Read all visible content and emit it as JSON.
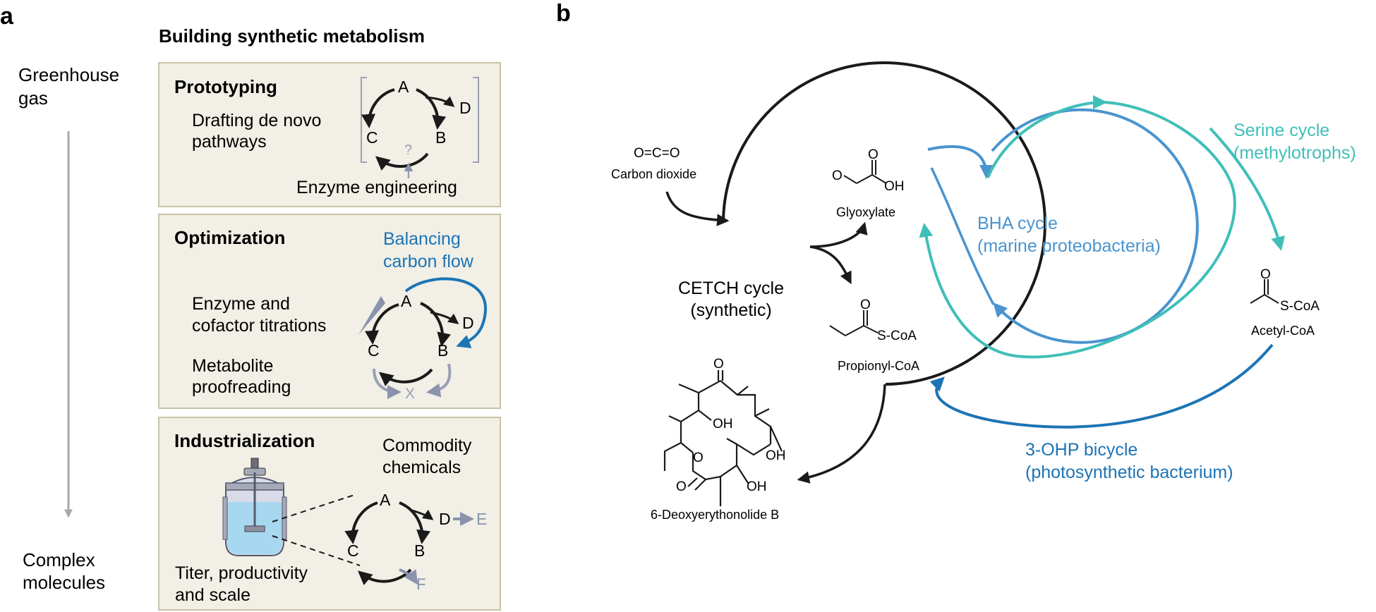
{
  "panel_a": {
    "letter": "a",
    "title": "Building synthetic metabolism",
    "axis_top": [
      "Greenhouse",
      "gas"
    ],
    "axis_bottom": [
      "Complex",
      "molecules"
    ],
    "prototyping": {
      "heading": "Prototyping",
      "desc": [
        "Drafting de novo",
        "pathways"
      ],
      "footer": "Enzyme engineering",
      "nodes": {
        "a": "A",
        "b": "B",
        "c": "C",
        "d": "D",
        "q": "?"
      }
    },
    "optimization": {
      "heading": "Optimization",
      "balancing": [
        "Balancing",
        "carbon flow"
      ],
      "desc1": [
        "Enzyme and",
        "cofactor titrations"
      ],
      "desc2": [
        "Metabolite",
        "proofreading"
      ],
      "nodes": {
        "a": "A",
        "b": "B",
        "c": "C",
        "d": "D",
        "x": "X"
      }
    },
    "industrialization": {
      "heading": "Industrialization",
      "commodity": [
        "Commodity",
        "chemicals"
      ],
      "footer": [
        "Titer, productivity",
        "and scale"
      ],
      "nodes": {
        "a": "A",
        "b": "B",
        "c": "C",
        "d": "D",
        "e": "E",
        "f": "F"
      }
    }
  },
  "panel_b": {
    "letter": "b",
    "co2_formula": "O=C=O",
    "co2_name": "Carbon dioxide",
    "glyoxylate": "Glyoxylate",
    "glyoxylate_oh": "OH",
    "glyoxylate_o1": "O",
    "glyoxylate_o2": "O",
    "propionyl": "Propionyl-CoA",
    "propionyl_o": "O",
    "propionyl_scoa": "S-CoA",
    "acetyl": "Acetyl-CoA",
    "acetyl_o": "O",
    "acetyl_scoa": "S-CoA",
    "cetch": [
      "CETCH cycle",
      "(synthetic)"
    ],
    "bha": [
      "BHA cycle",
      "(marine proteobacteria)"
    ],
    "serine": [
      "Serine cycle",
      "(methylotrophs)"
    ],
    "ohp": [
      "3-OHP bicycle",
      "(photosynthetic bacterium)"
    ],
    "deb": "6-Deoxyerythonolide B",
    "deb_o_top": "O",
    "deb_o_ring": "O",
    "deb_o_bottom": "O",
    "deb_oh1": "OH",
    "deb_oh2": "OH",
    "deb_oh3": "OH"
  },
  "colors": {
    "panel_bg": "#f1efe6",
    "panel_border": "#c9c3a3",
    "blue_dark": "#1c74b4",
    "blue_mid": "#4a94cf",
    "teal": "#3fbfb8",
    "gray_arrow": "#8a93ab"
  }
}
